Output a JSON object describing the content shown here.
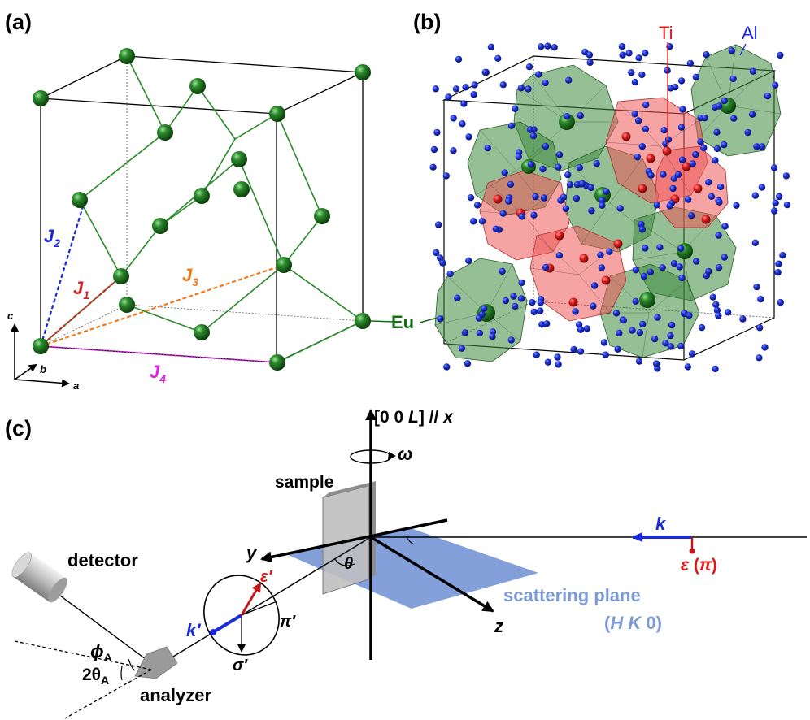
{
  "panels": {
    "a": "(a)",
    "b": "(b)",
    "c": "(c)"
  },
  "panel_a": {
    "exchange": {
      "J2": {
        "letter": "J",
        "sub": "2",
        "color": "#1a2ad8"
      },
      "J1": {
        "letter": "J",
        "sub": "1",
        "color": "#d42020"
      },
      "J3": {
        "letter": "J",
        "sub": "3",
        "color": "#ee7a1c"
      },
      "J4": {
        "letter": "J",
        "sub": "4",
        "color": "#e01ee6"
      }
    },
    "axes": {
      "c": "c",
      "b": "b",
      "a": "a"
    },
    "atom_color": "#157015"
  },
  "panel_b": {
    "labels": {
      "eu": "Eu",
      "ti": "Ti",
      "al": "Al"
    },
    "colors": {
      "ti": "#e01818",
      "al": "#1a2ad8",
      "eu": "#157015"
    }
  },
  "panel_c": {
    "axis_label": {
      "pre": "[0 0 ",
      "L": "L",
      "post": "] // ",
      "x": "x"
    },
    "omega": "ω",
    "sample": "sample",
    "detector": "detector",
    "analyzer": "analyzer",
    "y": "y",
    "z": "z",
    "theta": "θ",
    "k": "k",
    "epsilon": {
      "eps": "ε",
      "open": " (",
      "pi": "π",
      "close": ")"
    },
    "scattering_plane": "scattering plane",
    "hk0": {
      "open": "(",
      "H": "H",
      "K": "K",
      "rest": " 0)"
    },
    "k_prime": "k′",
    "eps_prime": "ε′",
    "pi_prime": "π′",
    "sigma_prime": "σ′",
    "phi_A": {
      "phi": "ϕ",
      "sub": "A"
    },
    "two_theta_A": {
      "pre": "2θ",
      "sub": "A"
    },
    "colors": {
      "k": "#1a2ad8",
      "eps": "#e01818",
      "plane": "#7c9ad6",
      "plane_text": "#7c9ad6"
    }
  }
}
